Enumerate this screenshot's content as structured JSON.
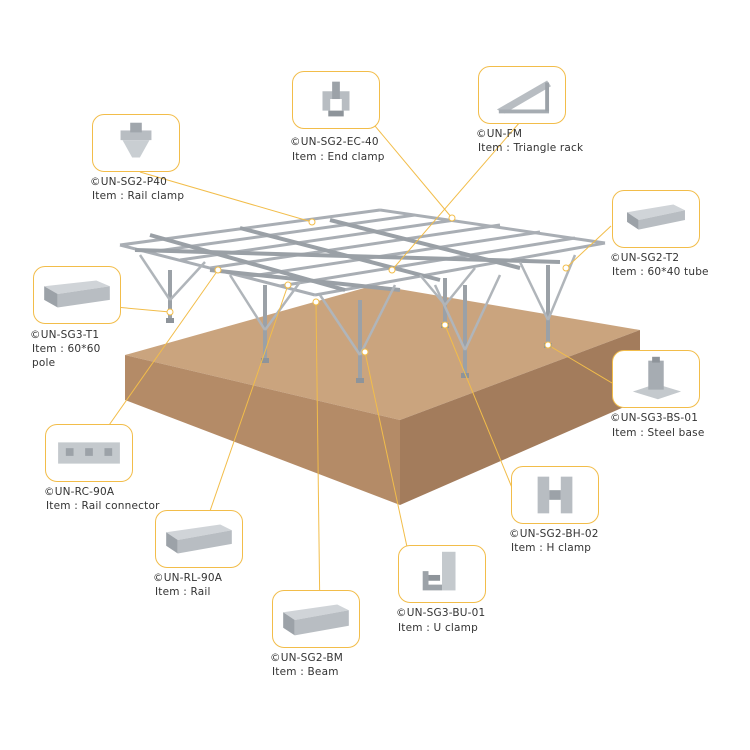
{
  "components": [
    {
      "id": "p40",
      "code": "©UN-SG2-P40",
      "item": "Item : Rail clamp",
      "icon": "rail-clamp"
    },
    {
      "id": "ec40",
      "code": "©UN-SG2-EC-40",
      "item": "Item : End clamp",
      "icon": "end-clamp"
    },
    {
      "id": "fm",
      "code": "©UN-FM",
      "item": "Item : Triangle rack",
      "icon": "triangle-rack"
    },
    {
      "id": "t2",
      "code": "©UN-SG2-T2",
      "item": "Item : 60*40 tube",
      "icon": "tube"
    },
    {
      "id": "t1",
      "code": "©UN-SG3-T1",
      "item": "Item : 60*60",
      "item2": "pole",
      "icon": "pole"
    },
    {
      "id": "bs01",
      "code": "©UN-SG3-BS-01",
      "item": "Item : Steel base",
      "icon": "steel-base"
    },
    {
      "id": "rc90",
      "code": "©UN-RC-90A",
      "item": "Item : Rail connector",
      "icon": "rail-connector"
    },
    {
      "id": "bh02",
      "code": "©UN-SG2-BH-02",
      "item": "Item : H clamp",
      "icon": "h-clamp"
    },
    {
      "id": "rl90",
      "code": "©UN-RL-90A",
      "item": "Item : Rail",
      "icon": "rail"
    },
    {
      "id": "bu01",
      "code": "©UN-SG3-BU-01",
      "item": "Item : U clamp",
      "icon": "u-clamp"
    },
    {
      "id": "bm",
      "code": "©UN-SG2-BM",
      "item": "Item : Beam",
      "icon": "beam"
    }
  ],
  "colors": {
    "callout_line": "#f2bd4a",
    "ground_top": "#c9a27d",
    "ground_side": "#ad8563",
    "metal": "#a7adb3"
  }
}
